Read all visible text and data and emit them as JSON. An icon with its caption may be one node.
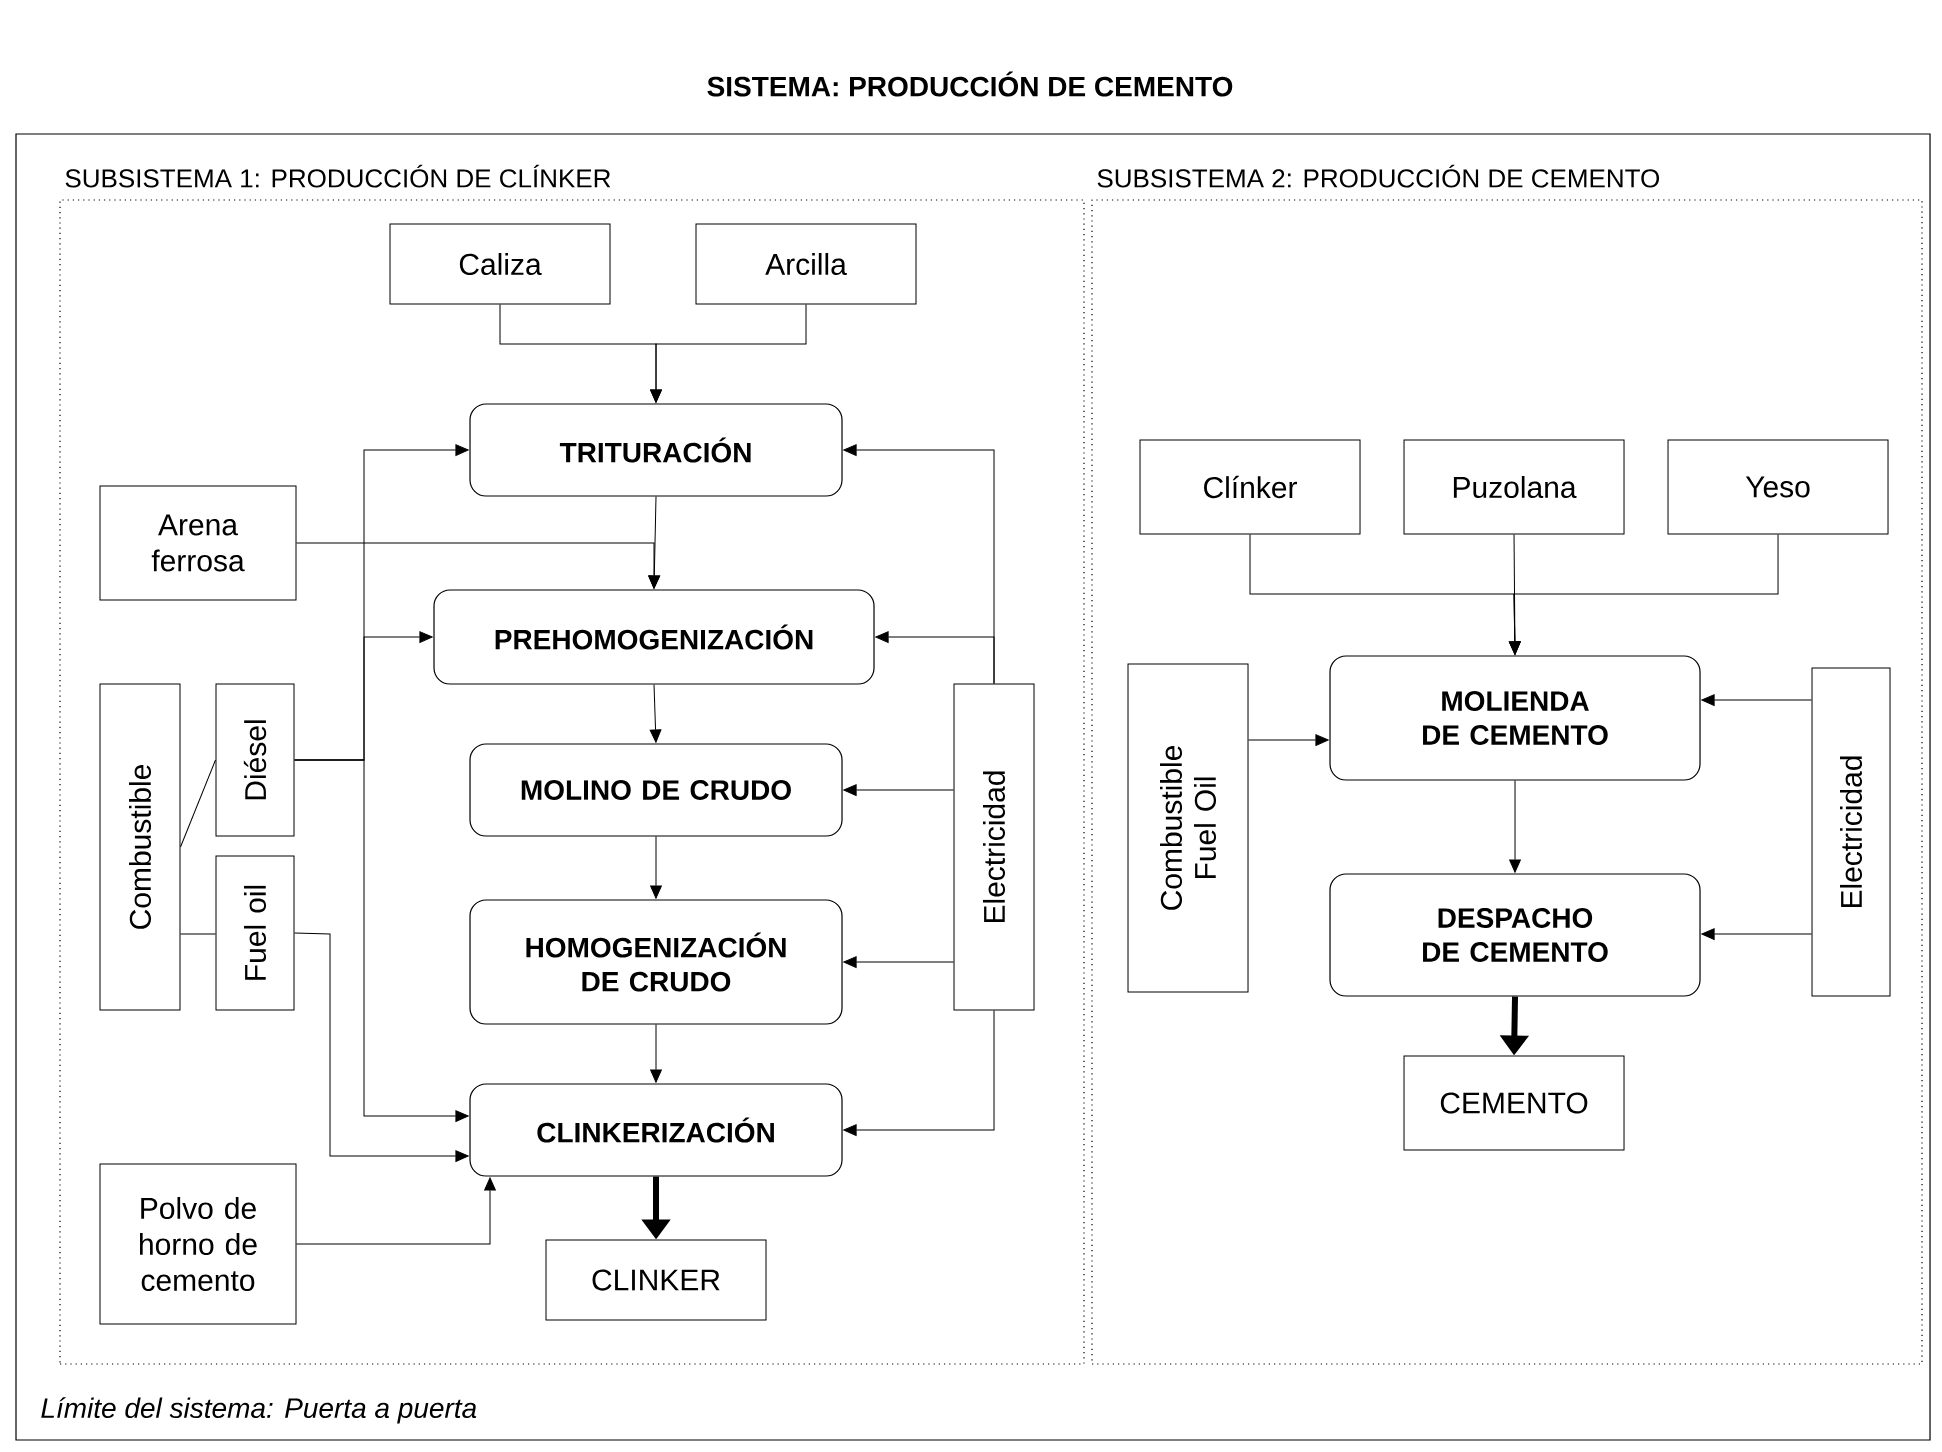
{
  "diagram": {
    "title": "SISTEMA: PRODUCCIÓN DE CEMENTO",
    "nodes": [
      {
        "text": [
          "Límite del sistema: Puerta a puerta"
        ]
      },
      {
        "text": [
          "SUBSISTEMA 1: PRODUCCIÓN DE CLÍNKER"
        ],
        "in": 0
      },
      {
        "text": [
          "SUBSISTEMA 2: PRODUCCIÓN DE CEMENTO"
        ],
        "in": 0
      },
      {
        "text": [
          "Caliza"
        ],
        "in": 1
      },
      {
        "text": [
          "Arcilla"
        ],
        "in": 1
      },
      {
        "text": [
          "TRITURACIÓN"
        ],
        "in": 1
      },
      {
        "text": [
          "Arena ferrosa"
        ],
        "in": 1
      },
      {
        "text": [
          "PREHOMOGENIZACIÓN"
        ],
        "in": 1
      },
      {
        "text": [
          "Combustible"
        ],
        "in": 1
      },
      {
        "text": [
          "Diésel"
        ],
        "in": 1
      },
      {
        "text": [
          "Fuel oil"
        ],
        "in": 1
      },
      {
        "text": [
          "MOLINO DE CRUDO"
        ],
        "in": 1
      },
      {
        "text": [
          "HOMOGENIZACIÓN DE CRUDO"
        ],
        "in": 1
      },
      {
        "text": [
          "Electricidad"
        ],
        "in": 1
      },
      {
        "text": [
          "CLINKERIZACIÓN"
        ],
        "in": 1
      },
      {
        "text": [
          "Polvo de horno de cemento"
        ],
        "in": 1
      },
      {
        "text": [
          "CLINKER"
        ],
        "in": 1
      },
      {
        "text": [
          "Clínker"
        ],
        "in": 2
      },
      {
        "text": [
          "Puzolana"
        ],
        "in": 2
      },
      {
        "text": [
          "Yeso"
        ],
        "in": 2
      },
      {
        "text": [
          "Combustible Fuel Oil"
        ],
        "in": 2
      },
      {
        "text": [
          "MOLIENDA DE CEMENTO"
        ],
        "in": 2
      },
      {
        "text": [
          "Electricidad"
        ],
        "in": 2
      },
      {
        "text": [
          "DESPACHO DE CEMENTO"
        ],
        "in": 2
      },
      {
        "text": [
          "CEMENTO"
        ],
        "in": 2
      }
    ],
    "edges": [
      {
        "from": 3,
        "to": 5,
        "arrow": "to"
      },
      {
        "from": 4,
        "to": 5,
        "arrow": "to"
      },
      {
        "from": 5,
        "to": 7,
        "arrow": "to"
      },
      {
        "from": 6,
        "to": 7,
        "arrow": "to"
      },
      {
        "from": 9,
        "to": 5,
        "arrow": "to"
      },
      {
        "from": 9,
        "to": 7,
        "arrow": "to"
      },
      {
        "from": 9,
        "to": 14,
        "arrow": "to"
      },
      {
        "from": 8,
        "to": 9,
        "arrow": "none"
      },
      {
        "from": 8,
        "to": 10,
        "arrow": "none"
      },
      {
        "from": 10,
        "to": 14,
        "arrow": "to"
      },
      {
        "from": 7,
        "to": 11,
        "arrow": "to"
      },
      {
        "from": 11,
        "to": 12,
        "arrow": "to"
      },
      {
        "from": 12,
        "to": 14,
        "arrow": "to"
      },
      {
        "from": 13,
        "to": 5,
        "arrow": "to"
      },
      {
        "from": 13,
        "to": 7,
        "arrow": "to"
      },
      {
        "from": 13,
        "to": 11,
        "arrow": "to"
      },
      {
        "from": 13,
        "to": 12,
        "arrow": "to"
      },
      {
        "from": 13,
        "to": 14,
        "arrow": "to"
      },
      {
        "from": 15,
        "to": 14,
        "arrow": "to"
      },
      {
        "from": 14,
        "to": 16,
        "arrow": "to",
        "style": "thick"
      },
      {
        "from": 17,
        "to": 21,
        "arrow": "to"
      },
      {
        "from": 18,
        "to": 21,
        "arrow": "to"
      },
      {
        "from": 19,
        "to": 21,
        "arrow": "to"
      },
      {
        "from": 20,
        "to": 21,
        "arrow": "to"
      },
      {
        "from": 22,
        "to": 21,
        "arrow": "to"
      },
      {
        "from": 22,
        "to": 23,
        "arrow": "to"
      },
      {
        "from": 21,
        "to": 23,
        "arrow": "to"
      },
      {
        "from": 23,
        "to": 24,
        "arrow": "to",
        "style": "thick"
      }
    ]
  }
}
